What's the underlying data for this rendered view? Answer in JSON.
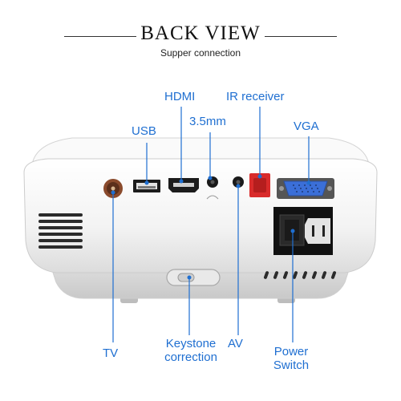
{
  "header": {
    "title": "BACK VIEW",
    "subtitle": "Supper connection"
  },
  "labels": {
    "usb": "USB",
    "hdmi": "HDMI",
    "jack": "3.5mm",
    "ir": "IR receiver",
    "vga": "VGA",
    "tv": "TV",
    "keystone_line1": "Keystone",
    "keystone_line2": "correction",
    "av": "AV",
    "power_line1": "Power",
    "power_line2": "Switch"
  },
  "colors": {
    "accent_blue": "#1f6fd1",
    "device_body": "#f4f4f4",
    "ir_red": "#d92b2b",
    "vga_blue": "#3b6fd8"
  }
}
